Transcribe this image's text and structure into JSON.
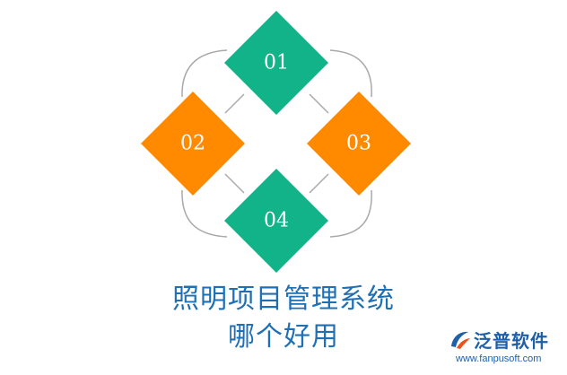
{
  "diagram": {
    "items": [
      {
        "label": "01",
        "color": "#13b38a"
      },
      {
        "label": "02",
        "color": "#ff8a00"
      },
      {
        "label": "03",
        "color": "#ff8a00"
      },
      {
        "label": "04",
        "color": "#13b38a"
      }
    ],
    "connector_color": "#a9a9a9"
  },
  "title": {
    "line1": "照明项目管理系统",
    "line2": "哪个好用",
    "color": "#1f6fb5"
  },
  "logo": {
    "name": "泛普软件",
    "url": "www.fanpusoft.com",
    "name_color": "#1f5fa8",
    "mark_colors": [
      "#1f5fa8",
      "#e8541e"
    ]
  }
}
